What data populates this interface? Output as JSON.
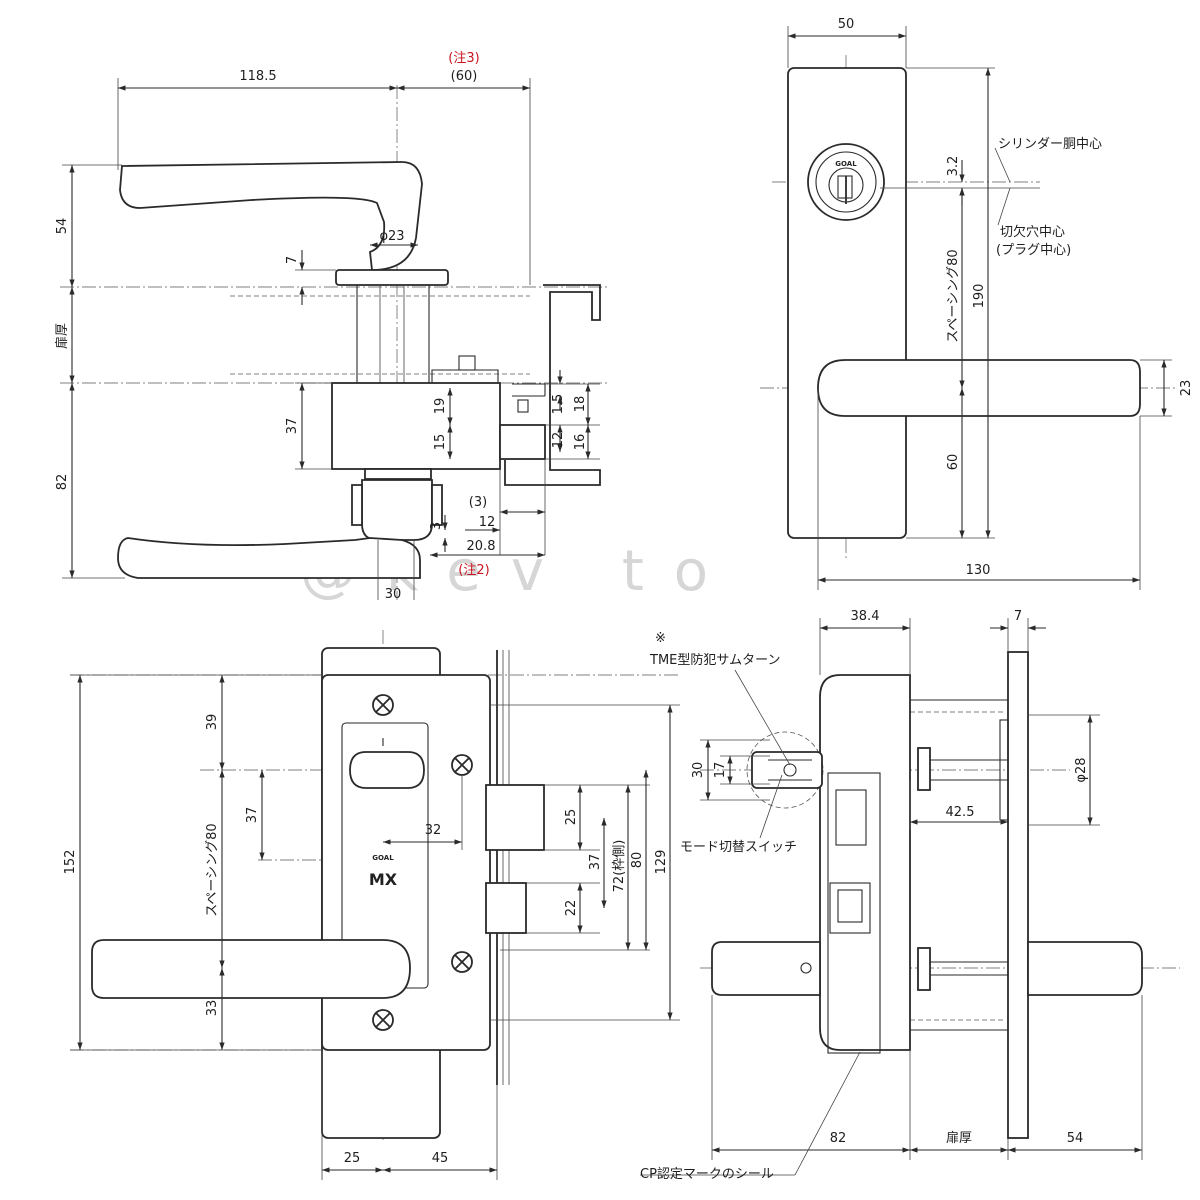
{
  "watermark": "@kev to",
  "top_left_view": {
    "dims": {
      "d118_5": "118.5",
      "note3": "(注3)",
      "d60p": "(60)",
      "d54": "54",
      "d7": "7",
      "phi23": "φ23",
      "door_thickness": "扉厚",
      "d19": "19",
      "d1_5": "1.5",
      "d18": "18",
      "d37": "37",
      "d15": "15",
      "d12a": "12",
      "d16": "16",
      "d82": "82",
      "d3p": "(3)",
      "d12b": "12",
      "d3": "3",
      "d20_8": "20.8",
      "note2": "(注2)",
      "d30": "30"
    }
  },
  "top_right_view": {
    "dims": {
      "d50": "50",
      "d3_2": "3.2",
      "spacing80": "スペーシング80",
      "d190": "190",
      "d23": "23",
      "d60": "60",
      "d130": "130"
    },
    "labels": {
      "cylinder_center": "シリンダー胴中心",
      "cutout_center": "切欠穴中心",
      "plug_center": "(プラグ中心)",
      "brand": "GOAL"
    }
  },
  "bottom_left_view": {
    "dims": {
      "d152": "152",
      "d39": "39",
      "d37": "37",
      "d32": "32",
      "spacing80": "スペーシング80",
      "d33": "33",
      "d25": "25",
      "d37b": "37",
      "d72": "72(枠側)",
      "d80": "80",
      "d129": "129",
      "d22": "22",
      "d25b": "25",
      "d45": "45"
    },
    "labels": {
      "brand": "GOAL",
      "model": "MX"
    }
  },
  "bottom_right_view": {
    "dims": {
      "d38_4": "38.4",
      "d7": "7",
      "d30": "30",
      "d17": "17",
      "phi28": "φ28",
      "d42_5": "42.5",
      "d82": "82",
      "door_thickness": "扉厚",
      "d54": "54"
    },
    "labels": {
      "asterisk": "※",
      "thumbturn": "TME型防犯サムターン",
      "mode_switch": "モード切替スイッチ",
      "cp_seal": "CP認定マークのシール"
    }
  }
}
